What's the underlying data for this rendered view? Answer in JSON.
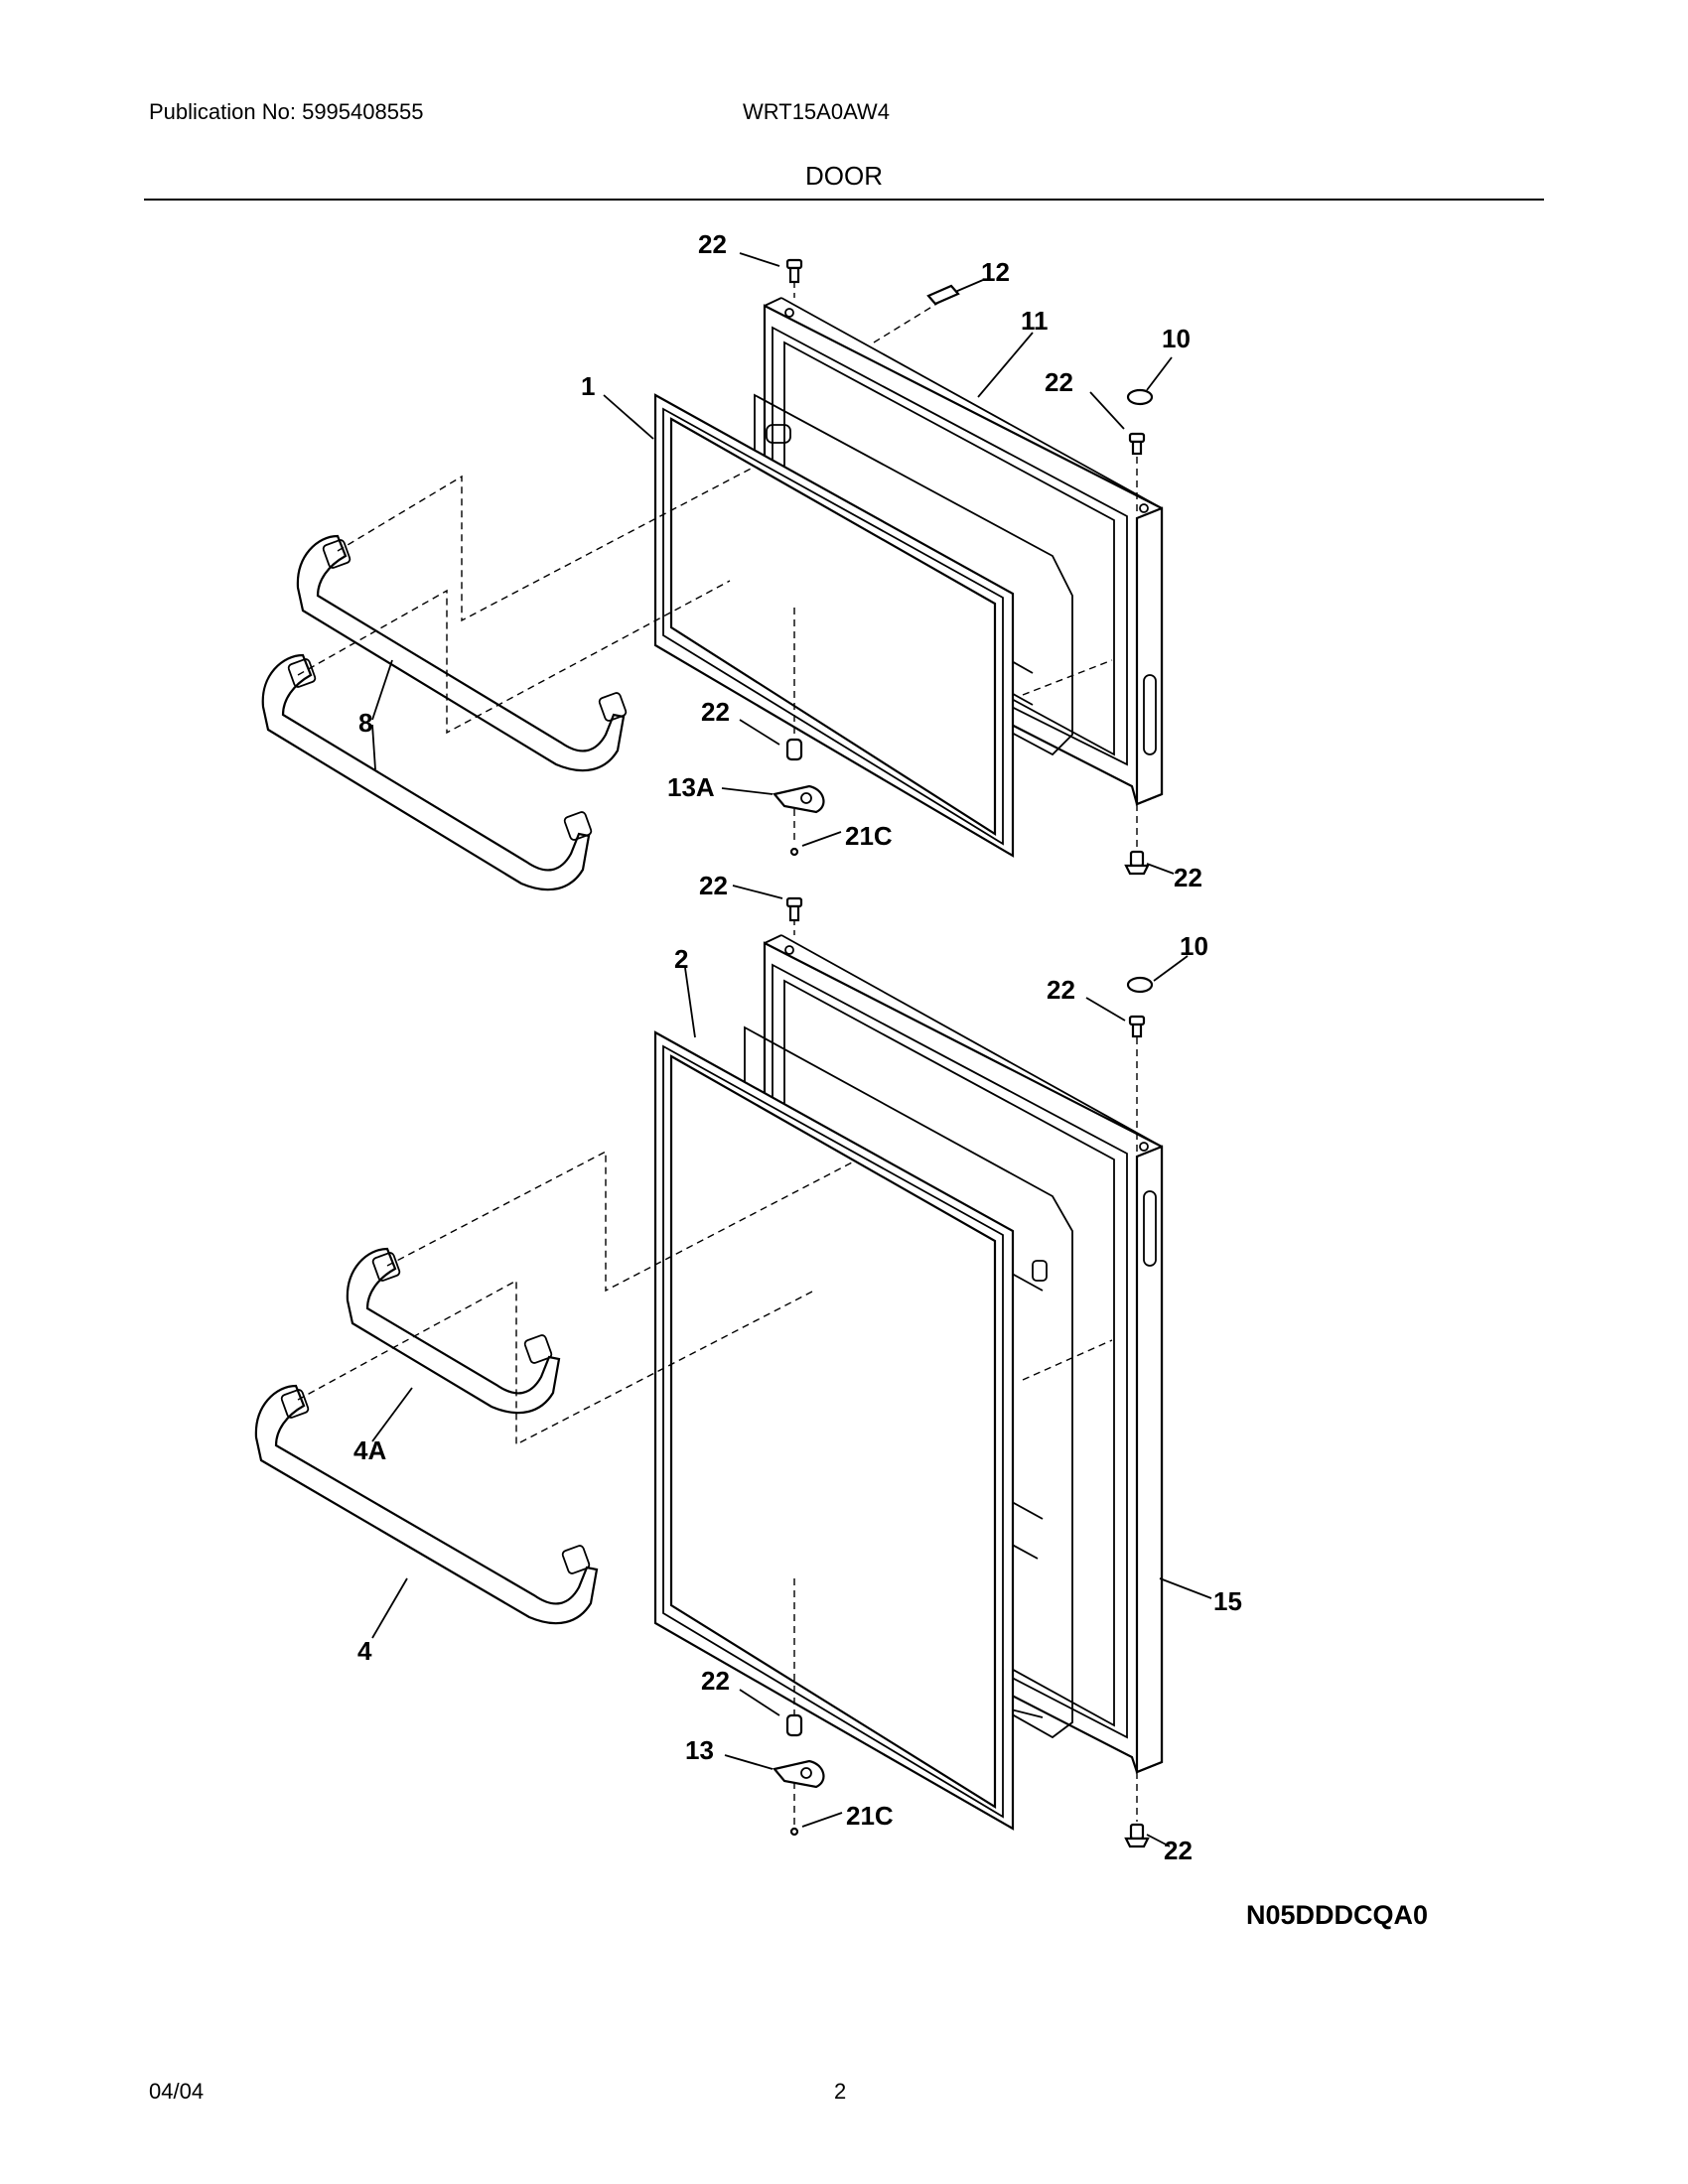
{
  "header": {
    "publication": "Publication No: 5995408555",
    "model": "WRT15A0AW4",
    "section": "DOOR"
  },
  "diagram": {
    "callouts": [
      {
        "id": "c-22-a",
        "label": "22"
      },
      {
        "id": "c-12",
        "label": "12"
      },
      {
        "id": "c-11",
        "label": "11"
      },
      {
        "id": "c-10-a",
        "label": "10"
      },
      {
        "id": "c-22-b",
        "label": "22"
      },
      {
        "id": "c-1",
        "label": "1"
      },
      {
        "id": "c-8",
        "label": "8"
      },
      {
        "id": "c-22-c",
        "label": "22"
      },
      {
        "id": "c-13A",
        "label": "13A"
      },
      {
        "id": "c-21C-a",
        "label": "21C"
      },
      {
        "id": "c-22-d",
        "label": "22"
      },
      {
        "id": "c-22-e",
        "label": "22"
      },
      {
        "id": "c-2",
        "label": "2"
      },
      {
        "id": "c-10-b",
        "label": "10"
      },
      {
        "id": "c-22-f",
        "label": "22"
      },
      {
        "id": "c-4A",
        "label": "4A"
      },
      {
        "id": "c-15",
        "label": "15"
      },
      {
        "id": "c-4",
        "label": "4"
      },
      {
        "id": "c-22-g",
        "label": "22"
      },
      {
        "id": "c-13",
        "label": "13"
      },
      {
        "id": "c-21C-b",
        "label": "21C"
      },
      {
        "id": "c-22-h",
        "label": "22"
      }
    ],
    "code": "N05DDDCQA0"
  },
  "footer": {
    "date": "04/04",
    "page": "2"
  }
}
